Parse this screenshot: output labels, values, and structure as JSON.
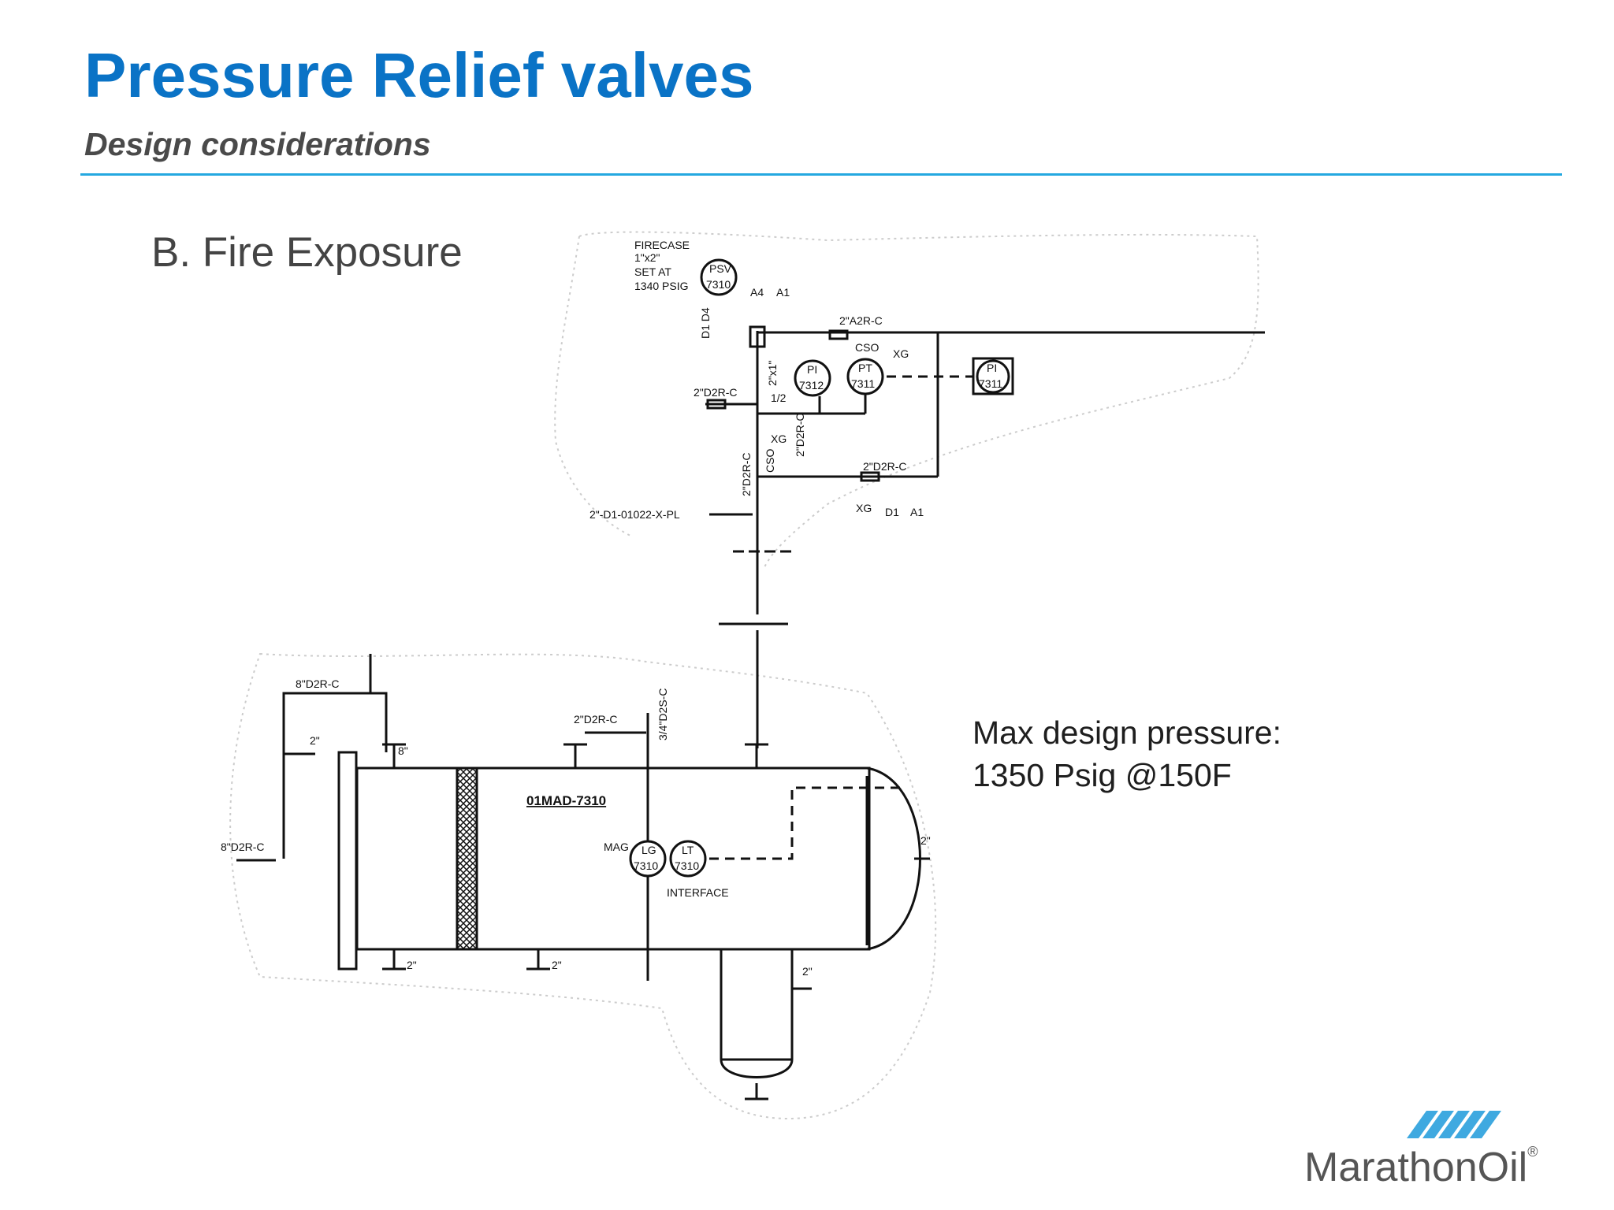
{
  "slide": {
    "title": "Pressure Relief valves",
    "subtitle": "Design considerations",
    "section": "B. Fire Exposure",
    "note_line1": "Max design pressure:",
    "note_line2": "1350 Psig @150F"
  },
  "diagram": {
    "firecase_1": "FIRECASE",
    "firecase_2": "1\"x2\"",
    "firecase_3": "SET AT",
    "firecase_4": "1340 PSIG",
    "psv_tag": "PSV",
    "psv_num": "7310",
    "a4": "A4",
    "a1_top": "A1",
    "d1d4": "D1 D4",
    "line_a2r": "2\"A2R-C",
    "cso_1": "CSO",
    "xg_1": "XG",
    "pi_tag": "PI",
    "pi_num": "7312",
    "pt_tag": "PT",
    "pt_num": "7311",
    "pi_remote_tag": "PI",
    "pi_remote_num": "7311",
    "size_2x1": "2\"x1\"",
    "half": "1/2",
    "line_d2r_left": "2\"D2R-C",
    "xg_2": "XG",
    "cso_2": "CSO",
    "line_d2r_vert": "2\"D2R-C",
    "line_d2r_vert2": "2\"D2R-C",
    "line_d2r_right": "2\"D2R-C",
    "xg_3": "XG",
    "d1": "D1",
    "a1_right": "A1",
    "line_d1": "2\"-D1-01022-X-PL",
    "line_8_d2r_top": "8\"D2R-C",
    "size_2_left": "2\"",
    "size_8": "8\"",
    "line_8_d2r_left": "8\"D2R-C",
    "line_2_d2r_vessel": "2\"D2R-C",
    "line_34_d2s": "3/4\"D2S-C",
    "vessel_tag": "01MAD-7310",
    "mag": "MAG",
    "lg_tag": "LG",
    "lg_num": "7310",
    "lt_tag": "LT",
    "lt_num": "7310",
    "interface": "INTERFACE",
    "bottom_2a": "2\"",
    "bottom_2b": "2\"",
    "boot_2": "2\"",
    "head_2": "2\""
  },
  "logo": {
    "brand": "MarathonOil",
    "mark": "®"
  },
  "colors": {
    "title": "#0a73c6",
    "rule": "#24a8e0",
    "logo_blue": "#3fa9e0",
    "logo_text": "#555555"
  }
}
